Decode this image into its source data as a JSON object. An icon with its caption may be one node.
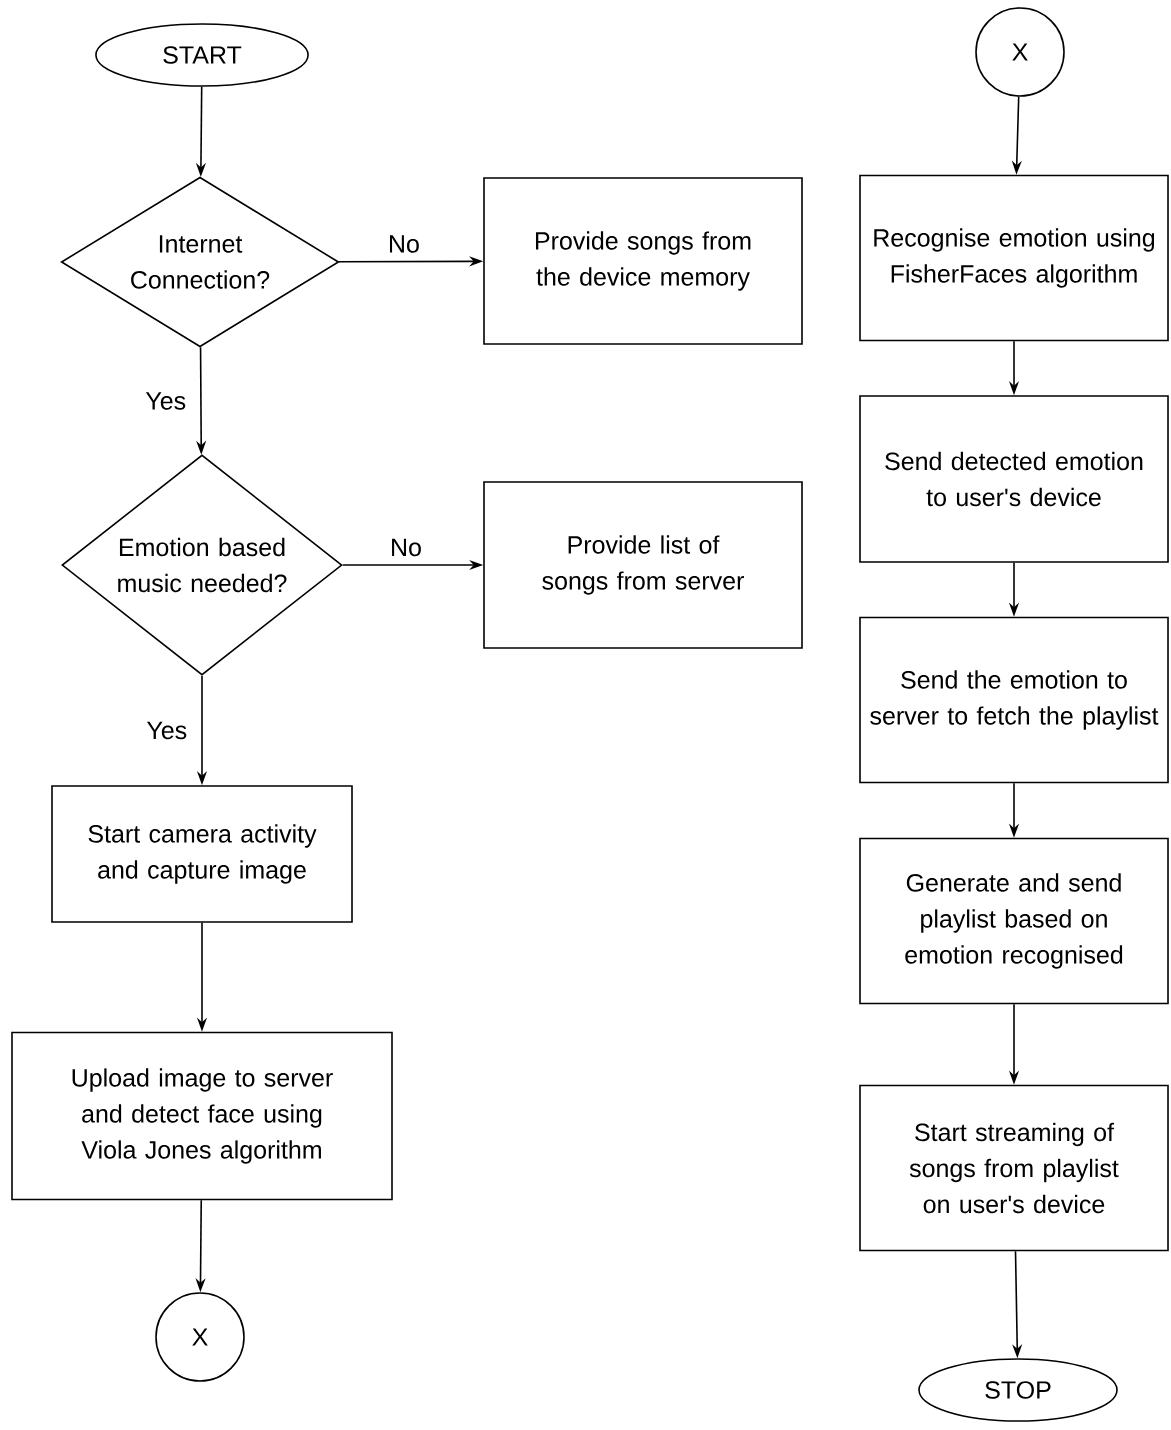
{
  "diagram": {
    "nodes": [
      {
        "text": [
          "START"
        ]
      },
      {
        "text": [
          "Internet Connection?"
        ]
      },
      {
        "text": [
          "Provide songs from the device memory"
        ]
      },
      {
        "text": [
          "Emotion based music needed?"
        ]
      },
      {
        "text": [
          "Provide list of songs from server"
        ]
      },
      {
        "text": [
          "Start camera activity and capture image"
        ]
      },
      {
        "text": [
          "Upload image to server and detect face using Viola Jones algorithm"
        ]
      },
      {
        "text": [
          "X"
        ]
      },
      {
        "text": [
          "X"
        ]
      },
      {
        "text": [
          "Recognise emotion using FisherFaces algorithm"
        ]
      },
      {
        "text": [
          "Send detected emotion to user's device"
        ]
      },
      {
        "text": [
          "Send the emotion to server to fetch the playlist"
        ]
      },
      {
        "text": [
          "Generate and send playlist based on emotion recognised"
        ]
      },
      {
        "text": [
          "Start streaming of songs from playlist on user's device"
        ]
      },
      {
        "text": [
          "STOP"
        ]
      }
    ],
    "edges": [
      {
        "from": 0,
        "to": 1,
        "arrow": "to"
      },
      {
        "from": 1,
        "to": 2,
        "arrow": "to",
        "label": "No"
      },
      {
        "from": 1,
        "to": 3,
        "arrow": "to",
        "label": "Yes"
      },
      {
        "from": 3,
        "to": 4,
        "arrow": "to",
        "label": "No"
      },
      {
        "from": 3,
        "to": 5,
        "arrow": "to",
        "label": "Yes"
      },
      {
        "from": 5,
        "to": 6,
        "arrow": "to"
      },
      {
        "from": 6,
        "to": 7,
        "arrow": "to"
      },
      {
        "from": 8,
        "to": 9,
        "arrow": "to"
      },
      {
        "from": 9,
        "to": 10,
        "arrow": "to"
      },
      {
        "from": 10,
        "to": 11,
        "arrow": "to"
      },
      {
        "from": 11,
        "to": 12,
        "arrow": "to"
      },
      {
        "from": 12,
        "to": 13,
        "arrow": "to"
      },
      {
        "from": 13,
        "to": 14,
        "arrow": "to"
      }
    ]
  }
}
